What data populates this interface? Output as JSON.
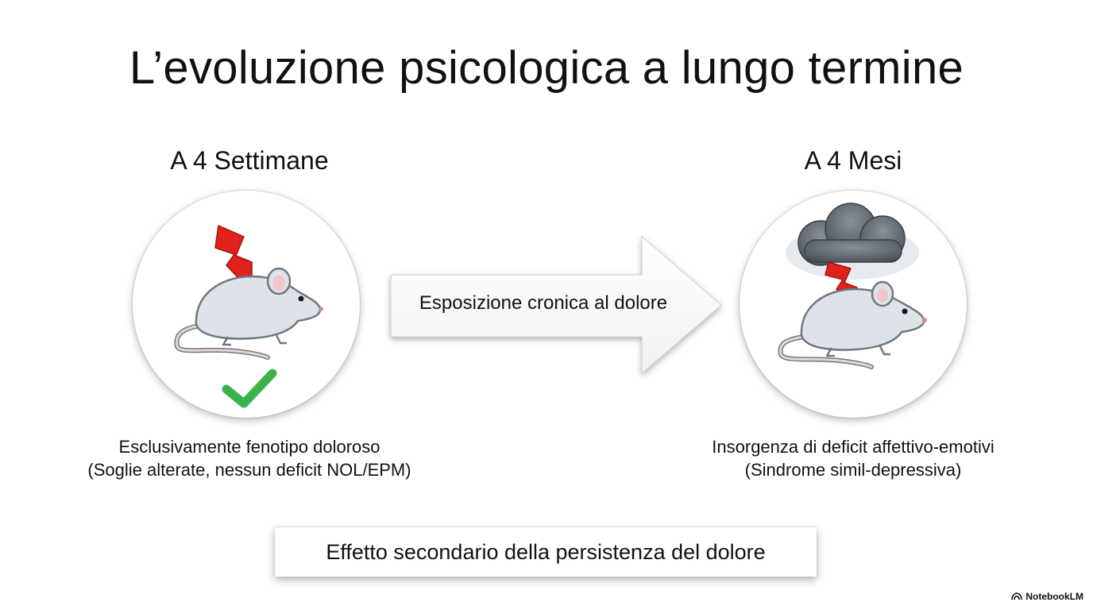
{
  "title": "L’evoluzione psicologica a lungo termine",
  "left_stage": {
    "heading": "A 4 Settimane",
    "caption_line1": "Esclusivamente fenotipo doloroso",
    "caption_line2": "(Soglie alterate, nessun deficit NOL/EPM)",
    "icons": [
      "lightning-icon",
      "mouse-icon",
      "checkmark-icon"
    ]
  },
  "arrow": {
    "label": "Esposizione cronica al dolore"
  },
  "right_stage": {
    "heading": "A 4 Mesi",
    "caption_line1": "Insorgenza di deficit affettivo-emotivi",
    "caption_line2": "(Sindrome simil-depressiva)",
    "icons": [
      "storm-cloud-icon",
      "lightning-icon",
      "mouse-icon"
    ]
  },
  "bottom_box": {
    "text": "Effetto secondario della persistenza del dolore"
  },
  "brand": {
    "text": "NotebookLM"
  },
  "colors": {
    "lightning": "#e3211c",
    "check": "#3bb34a",
    "mouse_body": "#dde3e8",
    "mouse_outline": "#6e7880",
    "cloud": "#5a6068"
  }
}
